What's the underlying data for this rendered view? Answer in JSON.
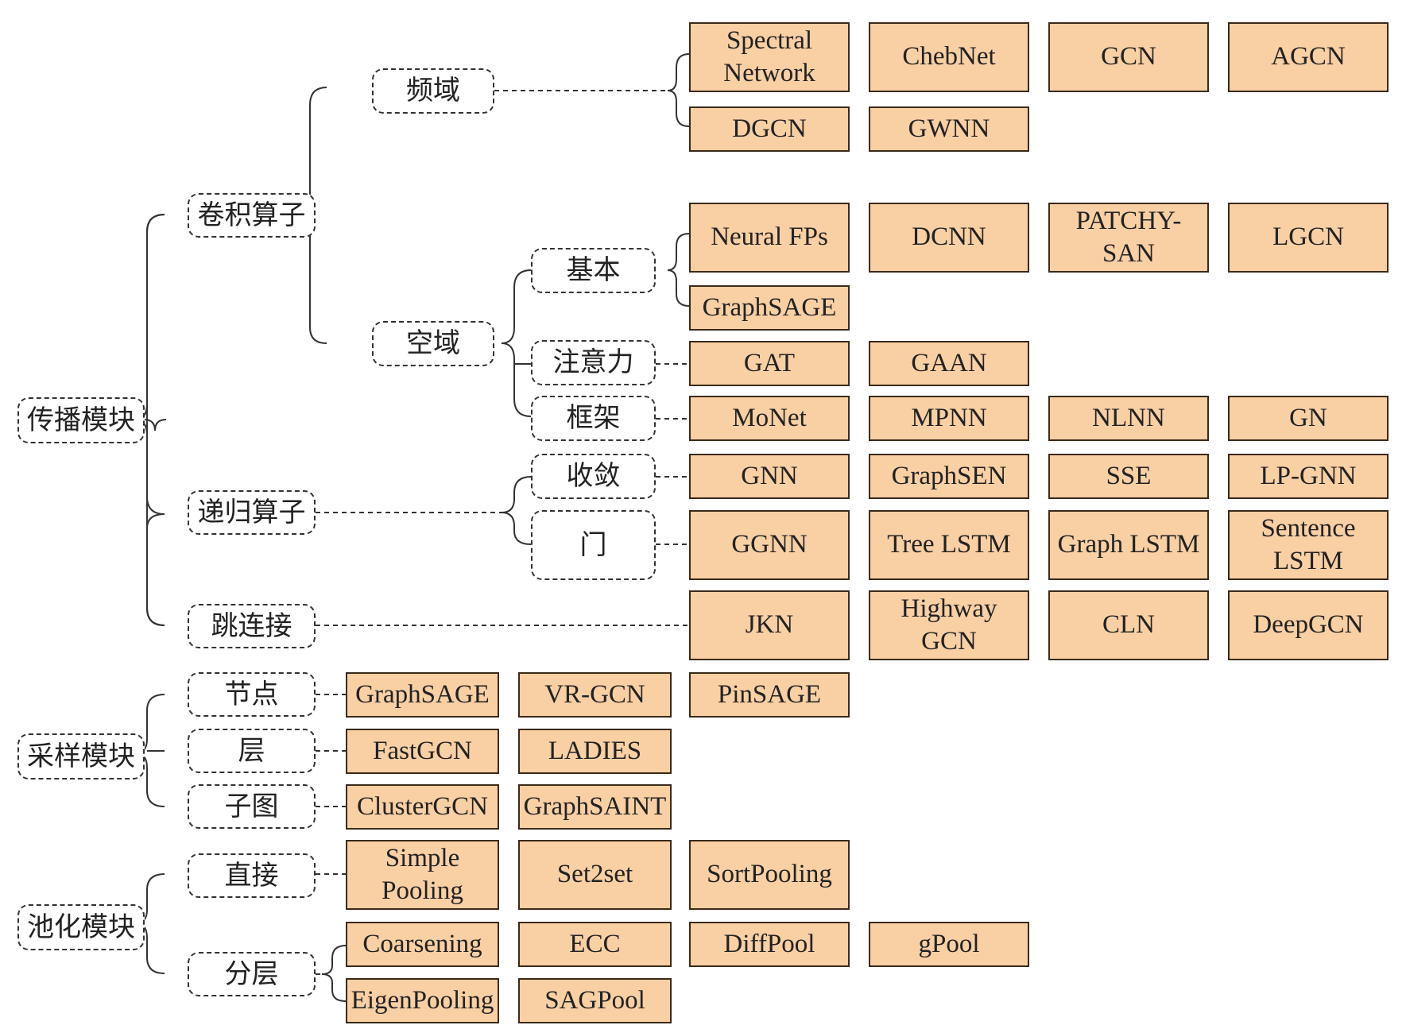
{
  "colors": {
    "method_fill": "#f9cfa4",
    "method_border": "#3a2a1a",
    "line": "#333333"
  },
  "categories": {
    "propagation": "传播模块",
    "conv": "卷积算子",
    "spectral": "频域",
    "spatial": "空域",
    "basic": "基本",
    "attention": "注意力",
    "framework": "框架",
    "recurrent": "递归算子",
    "convergence": "收敛",
    "gate": "门",
    "skip": "跳连接",
    "sampling": "采样模块",
    "node": "节点",
    "layer": "层",
    "subgraph": "子图",
    "pooling": "池化模块",
    "direct": "直接",
    "hierarchical": "分层"
  },
  "methods": {
    "spectral": [
      "Spectral\nNetwork",
      "ChebNet",
      "GCN",
      "AGCN",
      "DGCN",
      "GWNN"
    ],
    "basic": [
      "Neural FPs",
      "DCNN",
      "PATCHY-\nSAN",
      "LGCN",
      "GraphSAGE"
    ],
    "attention": [
      "GAT",
      "GAAN"
    ],
    "framework": [
      "MoNet",
      "MPNN",
      "NLNN",
      "GN"
    ],
    "convergence": [
      "GNN",
      "GraphSEN",
      "SSE",
      "LP-GNN"
    ],
    "gate": [
      "GGNN",
      "Tree LSTM",
      "Graph LSTM",
      "Sentence\nLSTM"
    ],
    "skip": [
      "JKN",
      "Highway\nGCN",
      "CLN",
      "DeepGCN"
    ],
    "node": [
      "GraphSAGE",
      "VR-GCN",
      "PinSAGE"
    ],
    "layer": [
      "FastGCN",
      "LADIES"
    ],
    "subgraph": [
      "ClusterGCN",
      "GraphSAINT"
    ],
    "direct": [
      "Simple\nPooling",
      "Set2set",
      "SortPooling"
    ],
    "hierarchical": [
      "Coarsening",
      "ECC",
      "DiffPool",
      "gPool",
      "EigenPooling",
      "SAGPool"
    ]
  }
}
